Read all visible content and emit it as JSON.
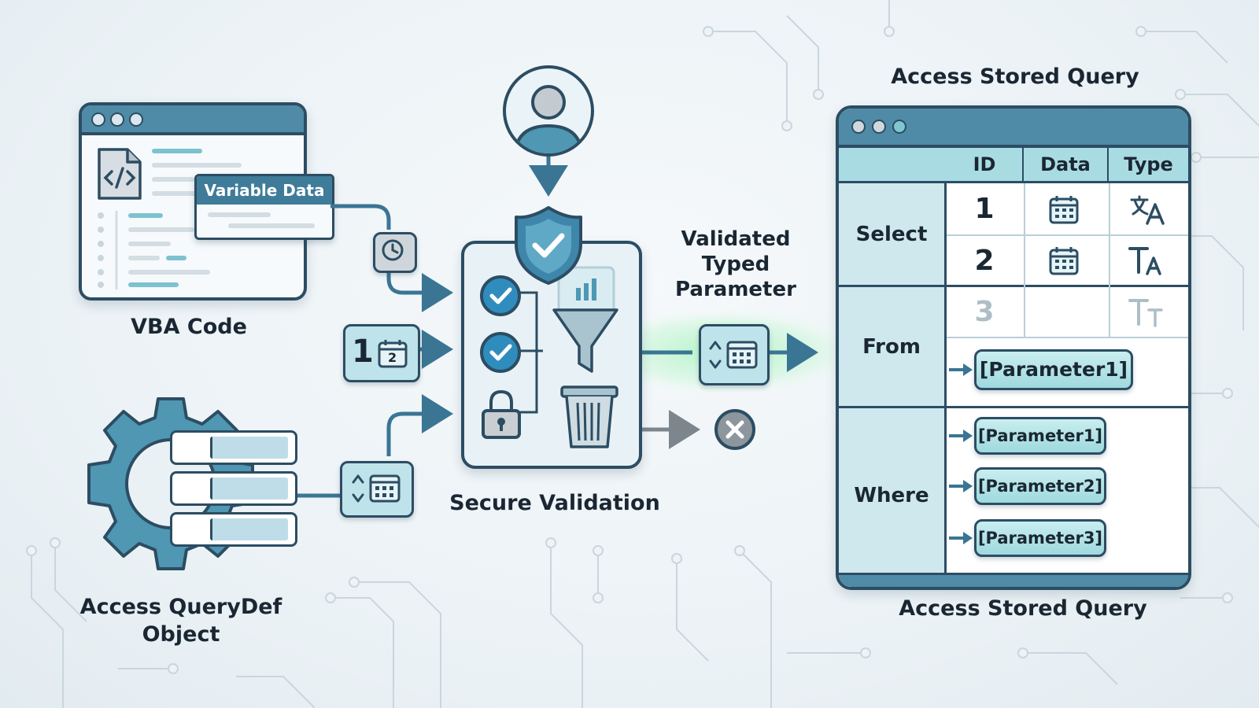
{
  "labels": {
    "vba_code": "VBA Code",
    "querydef": "Access QueryDef Object",
    "secure_validation": "Secure Validation",
    "validated_param": "Validated Typed Parameter",
    "stored_query_top": "Access Stored Query",
    "stored_query_bottom": "Access Stored Query"
  },
  "vba_popup": {
    "title": "Variable Data"
  },
  "number_chip": {
    "digit": "1",
    "calendar_digit": "2"
  },
  "table": {
    "headers": [
      "ID",
      "Data",
      "Type"
    ],
    "sections": [
      "Select",
      "From",
      "Where"
    ],
    "ids": [
      "1",
      "2",
      "3"
    ],
    "type_icons": [
      "translate-icon",
      "text-type-icon",
      "text-size-icon"
    ],
    "from_param": "[Parameter1]",
    "where_params": [
      "[Parameter1]",
      "[Parameter2]",
      "[Parameter3]"
    ]
  },
  "colors": {
    "outline": "#2c4d63",
    "accent": "#4f8ba7",
    "light_teal": "#bfe3ea",
    "check_blue": "#3a86b0",
    "glow_green": "#b6f5c8",
    "reject_gray": "#8a9299"
  }
}
